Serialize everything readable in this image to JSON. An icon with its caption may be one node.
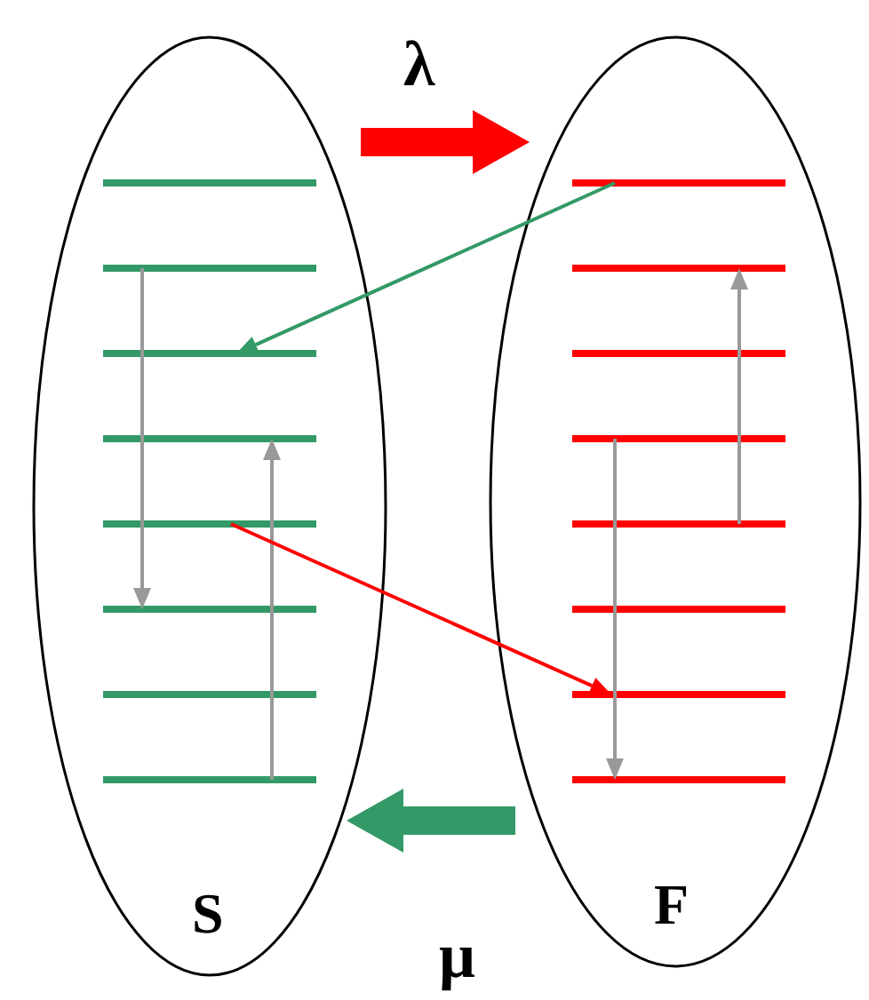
{
  "diagram": {
    "nodes": [
      {
        "text": [
          "S"
        ]
      },
      {
        "text": [
          "F"
        ]
      },
      {
        "text": [],
        "shape": "bar",
        "in": 0
      },
      {
        "text": [],
        "shape": "bar",
        "in": 0
      },
      {
        "text": [],
        "shape": "bar",
        "in": 0
      },
      {
        "text": [],
        "shape": "bar",
        "in": 0
      },
      {
        "text": [],
        "shape": "bar",
        "in": 0
      },
      {
        "text": [],
        "shape": "bar",
        "in": 0
      },
      {
        "text": [],
        "shape": "bar",
        "in": 0
      },
      {
        "text": [],
        "shape": "bar",
        "in": 0
      },
      {
        "text": [],
        "shape": "bar",
        "in": 1
      },
      {
        "text": [],
        "shape": "bar",
        "in": 1
      },
      {
        "text": [],
        "shape": "bar",
        "in": 1
      },
      {
        "text": [],
        "shape": "bar",
        "in": 1
      },
      {
        "text": [],
        "shape": "bar",
        "in": 1
      },
      {
        "text": [],
        "shape": "bar",
        "in": 1
      },
      {
        "text": [],
        "shape": "bar",
        "in": 1
      },
      {
        "text": [],
        "shape": "bar",
        "in": 1
      }
    ],
    "edges": [
      {
        "from": 0,
        "to": 1,
        "arrow": "to",
        "label": "λ",
        "style": "thick",
        "color": "#ff0000"
      },
      {
        "from": 1,
        "to": 0,
        "arrow": "to",
        "label": "μ",
        "style": "thick",
        "color": "#339966"
      },
      {
        "from": 3,
        "to": 7,
        "arrow": "to",
        "color": "#999999"
      },
      {
        "from": 9,
        "to": 5,
        "arrow": "to",
        "color": "#999999"
      },
      {
        "from": 10,
        "to": 4,
        "arrow": "to",
        "color": "#339966"
      },
      {
        "from": 6,
        "to": 16,
        "arrow": "to",
        "color": "#ff0000"
      },
      {
        "from": 13,
        "to": 17,
        "arrow": "to",
        "color": "#999999"
      },
      {
        "from": 14,
        "to": 11,
        "arrow": "to",
        "color": "#999999"
      }
    ]
  }
}
